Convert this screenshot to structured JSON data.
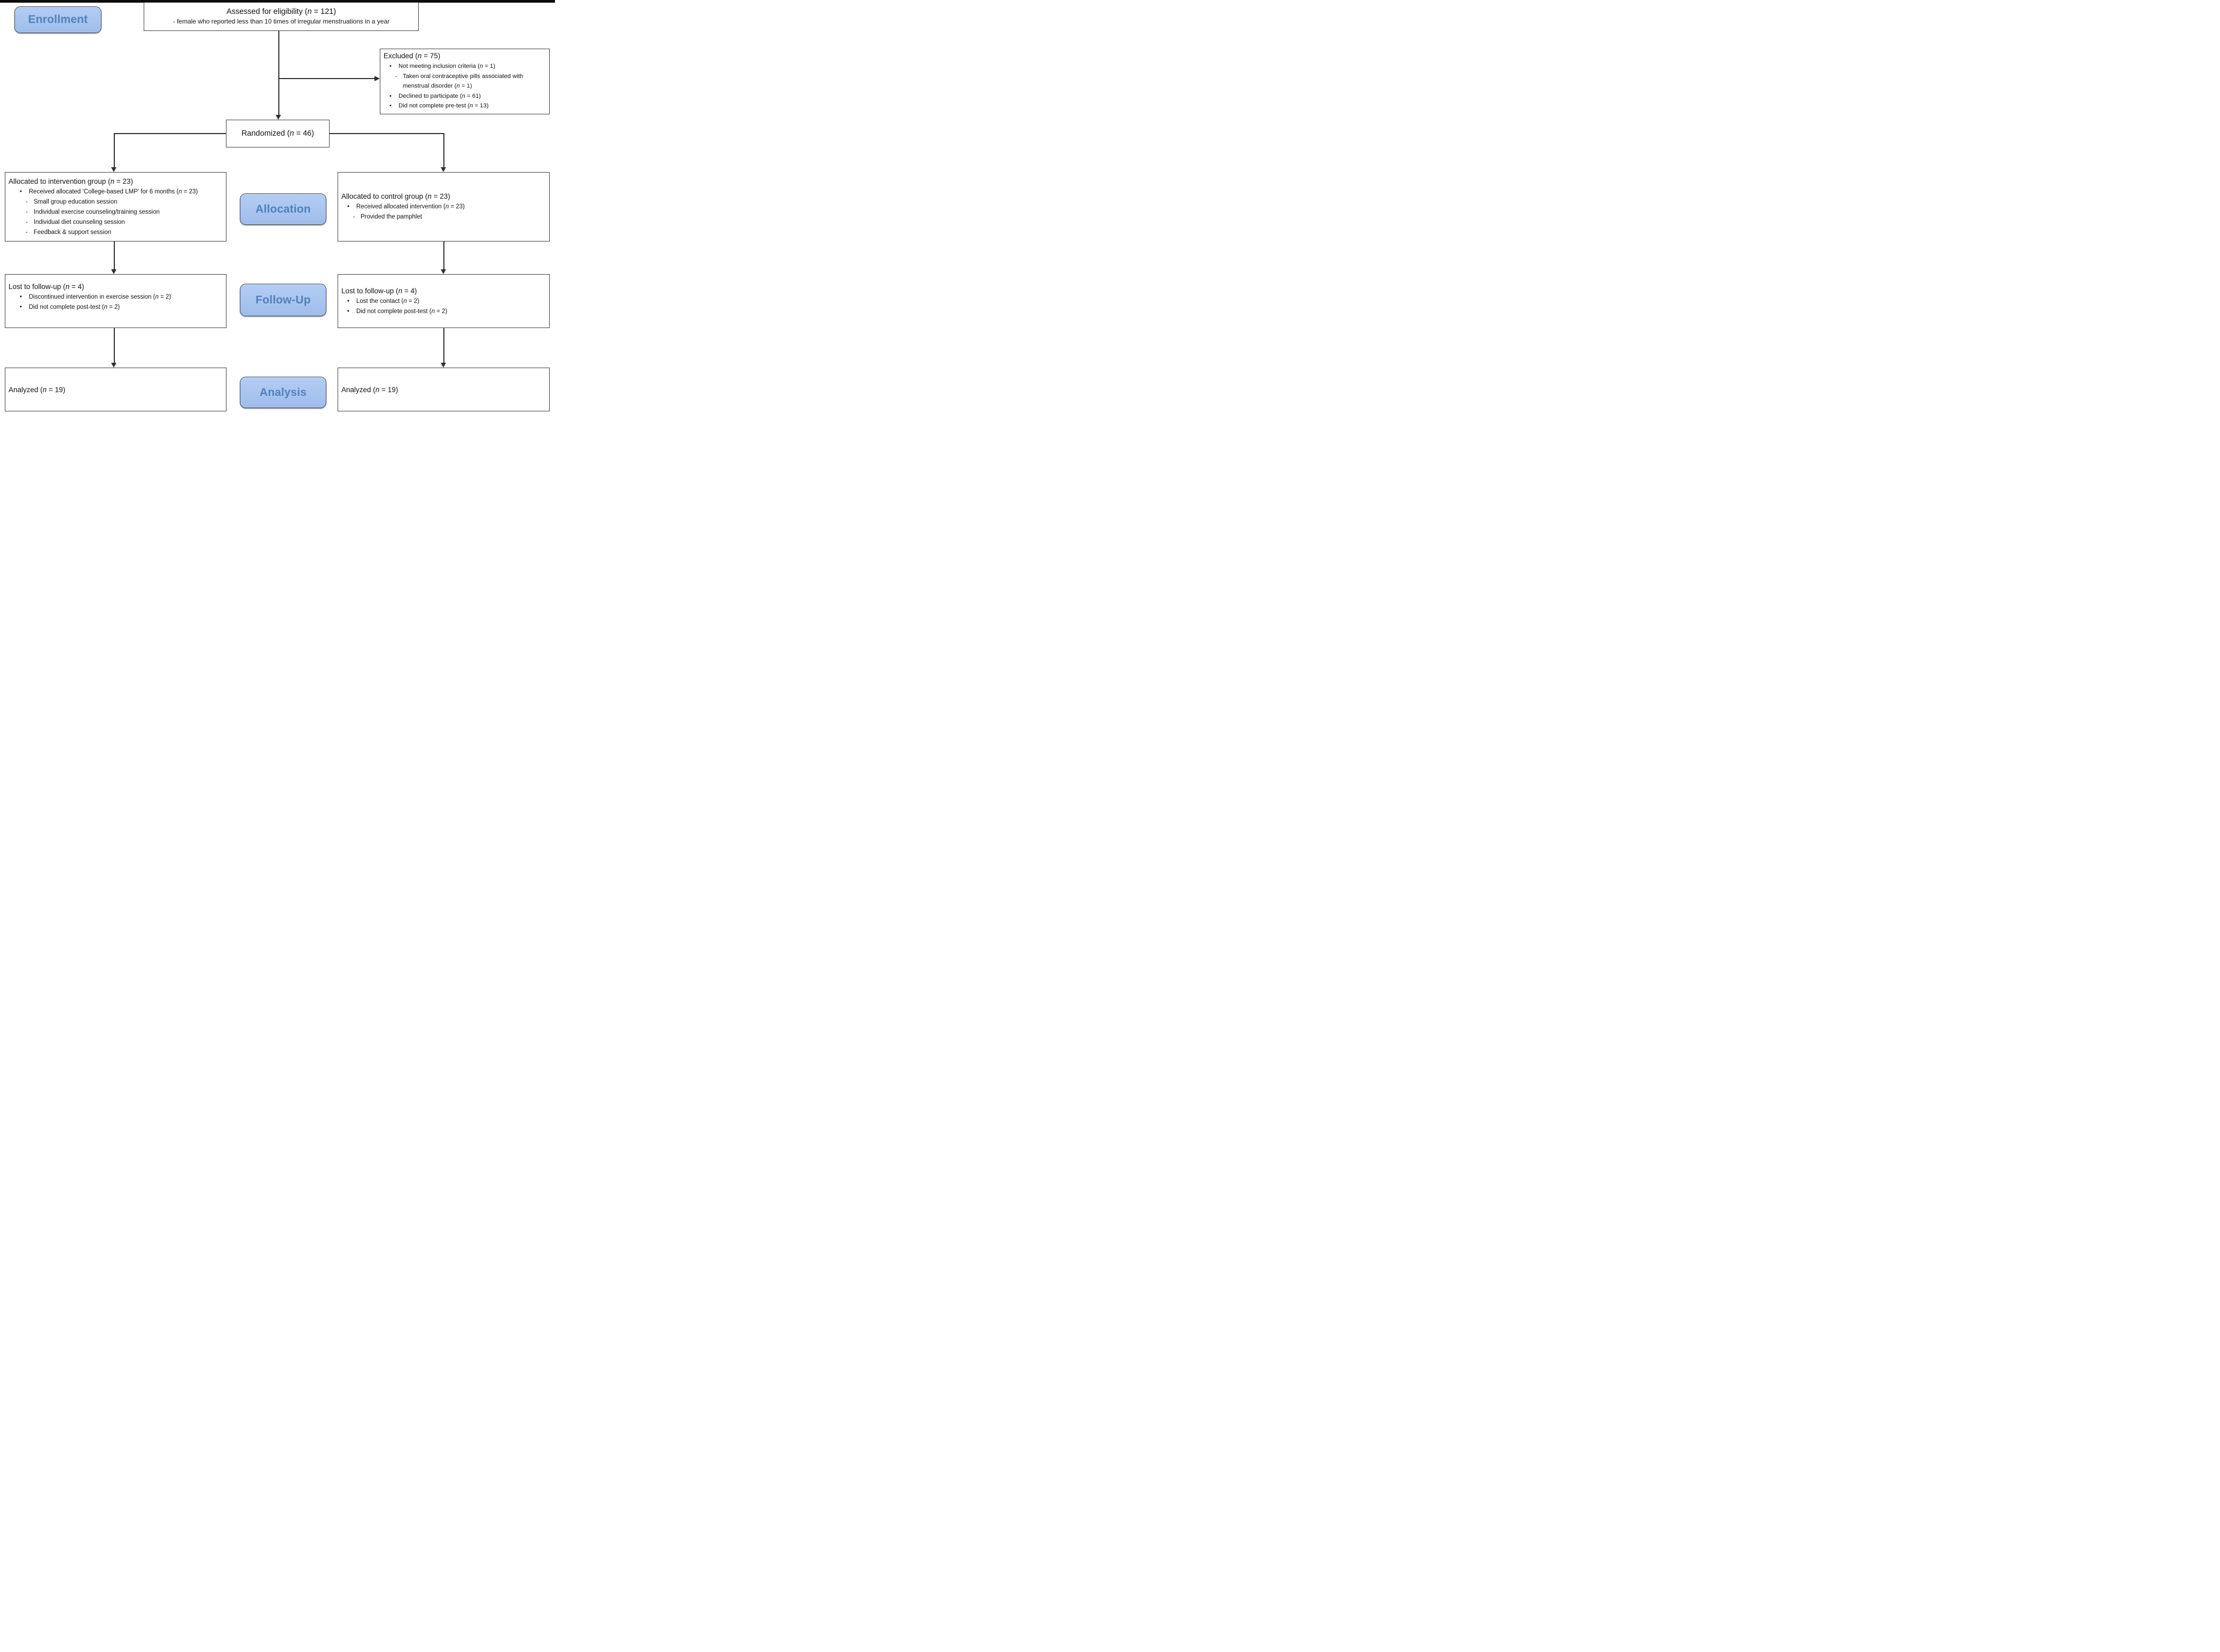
{
  "stages": {
    "enrollment": "Enrollment",
    "allocation": "Allocation",
    "followup": "Follow-Up",
    "analysis": "Analysis"
  },
  "boxes": {
    "assessed": {
      "title": "Assessed for eligibility (n = 121)",
      "subtitle": "- female who reported less than 10 times of irregular menstruations in a year"
    },
    "excluded": {
      "title": "Excluded  (n = 75)",
      "items": [
        {
          "marker": "•",
          "level": 1,
          "text": "Not meeting inclusion criteria (n = 1)"
        },
        {
          "marker": "-",
          "level": 2,
          "text": "Taken oral contraceptive pills associated with menstrual disorder (n = 1)"
        },
        {
          "marker": "•",
          "level": 1,
          "text": "Declined to participate (n = 61)"
        },
        {
          "marker": "•",
          "level": 1,
          "text": "Did not complete pre-test (n = 13)"
        }
      ]
    },
    "randomized": {
      "title": "Randomized (n = 46)"
    },
    "intervention": {
      "title": "Allocated to intervention group (n = 23)",
      "items": [
        {
          "marker": "•",
          "level": 1,
          "text": "Received allocated ‘College-based LMP’ for 6 months (n = 23)"
        },
        {
          "marker": "-",
          "level": 2,
          "text": "Small group education session"
        },
        {
          "marker": "-",
          "level": 2,
          "text": "Individual exercise counseling/training session"
        },
        {
          "marker": "-",
          "level": 2,
          "text": "Individual diet counseling session"
        },
        {
          "marker": "-",
          "level": 2,
          "text": "Feedback & support session"
        }
      ]
    },
    "control": {
      "title": "Allocated to control group (n = 23)",
      "items": [
        {
          "marker": "•",
          "level": 1,
          "text": "Received allocated intervention (n = 23)"
        },
        {
          "marker": "-",
          "level": 2,
          "text": "Provided the pamphlet"
        }
      ]
    },
    "lost_intervention": {
      "title": "Lost to follow-up (n = 4)",
      "items": [
        {
          "marker": "•",
          "level": 1,
          "text": "Discontinued intervention in exercise session (n = 2)"
        },
        {
          "marker": "•",
          "level": 1,
          "text": "Did not complete post-test (n = 2)"
        }
      ]
    },
    "lost_control": {
      "title": "Lost to follow-up (n = 4)",
      "items": [
        {
          "marker": "•",
          "level": 1,
          "text": "Lost the contact (n = 2)"
        },
        {
          "marker": "•",
          "level": 1,
          "text": "Did not complete post-test (n = 2)"
        }
      ]
    },
    "analyzed_intervention": {
      "title": "Analyzed (n = 19)"
    },
    "analyzed_control": {
      "title": "Analyzed (n = 19)"
    }
  },
  "colors": {
    "label_fill": "#aac6f0",
    "label_text": "#4f81bd",
    "box_border": "#3f3f3f",
    "line_color": "#2f2f2f",
    "topbar": "#0c0c0c"
  }
}
